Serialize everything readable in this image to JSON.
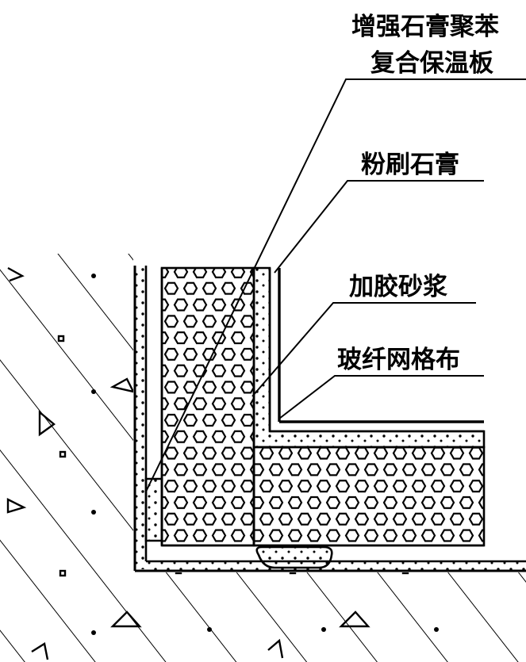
{
  "labels": {
    "composite_board_line1": "增强石膏聚苯",
    "composite_board_line2": "复合保温板",
    "plaster": "粉刷石膏",
    "mortar": "加胶砂浆",
    "mesh": "玻纤网格布"
  },
  "colors": {
    "ink": "#000000",
    "paper": "#ffffff"
  }
}
